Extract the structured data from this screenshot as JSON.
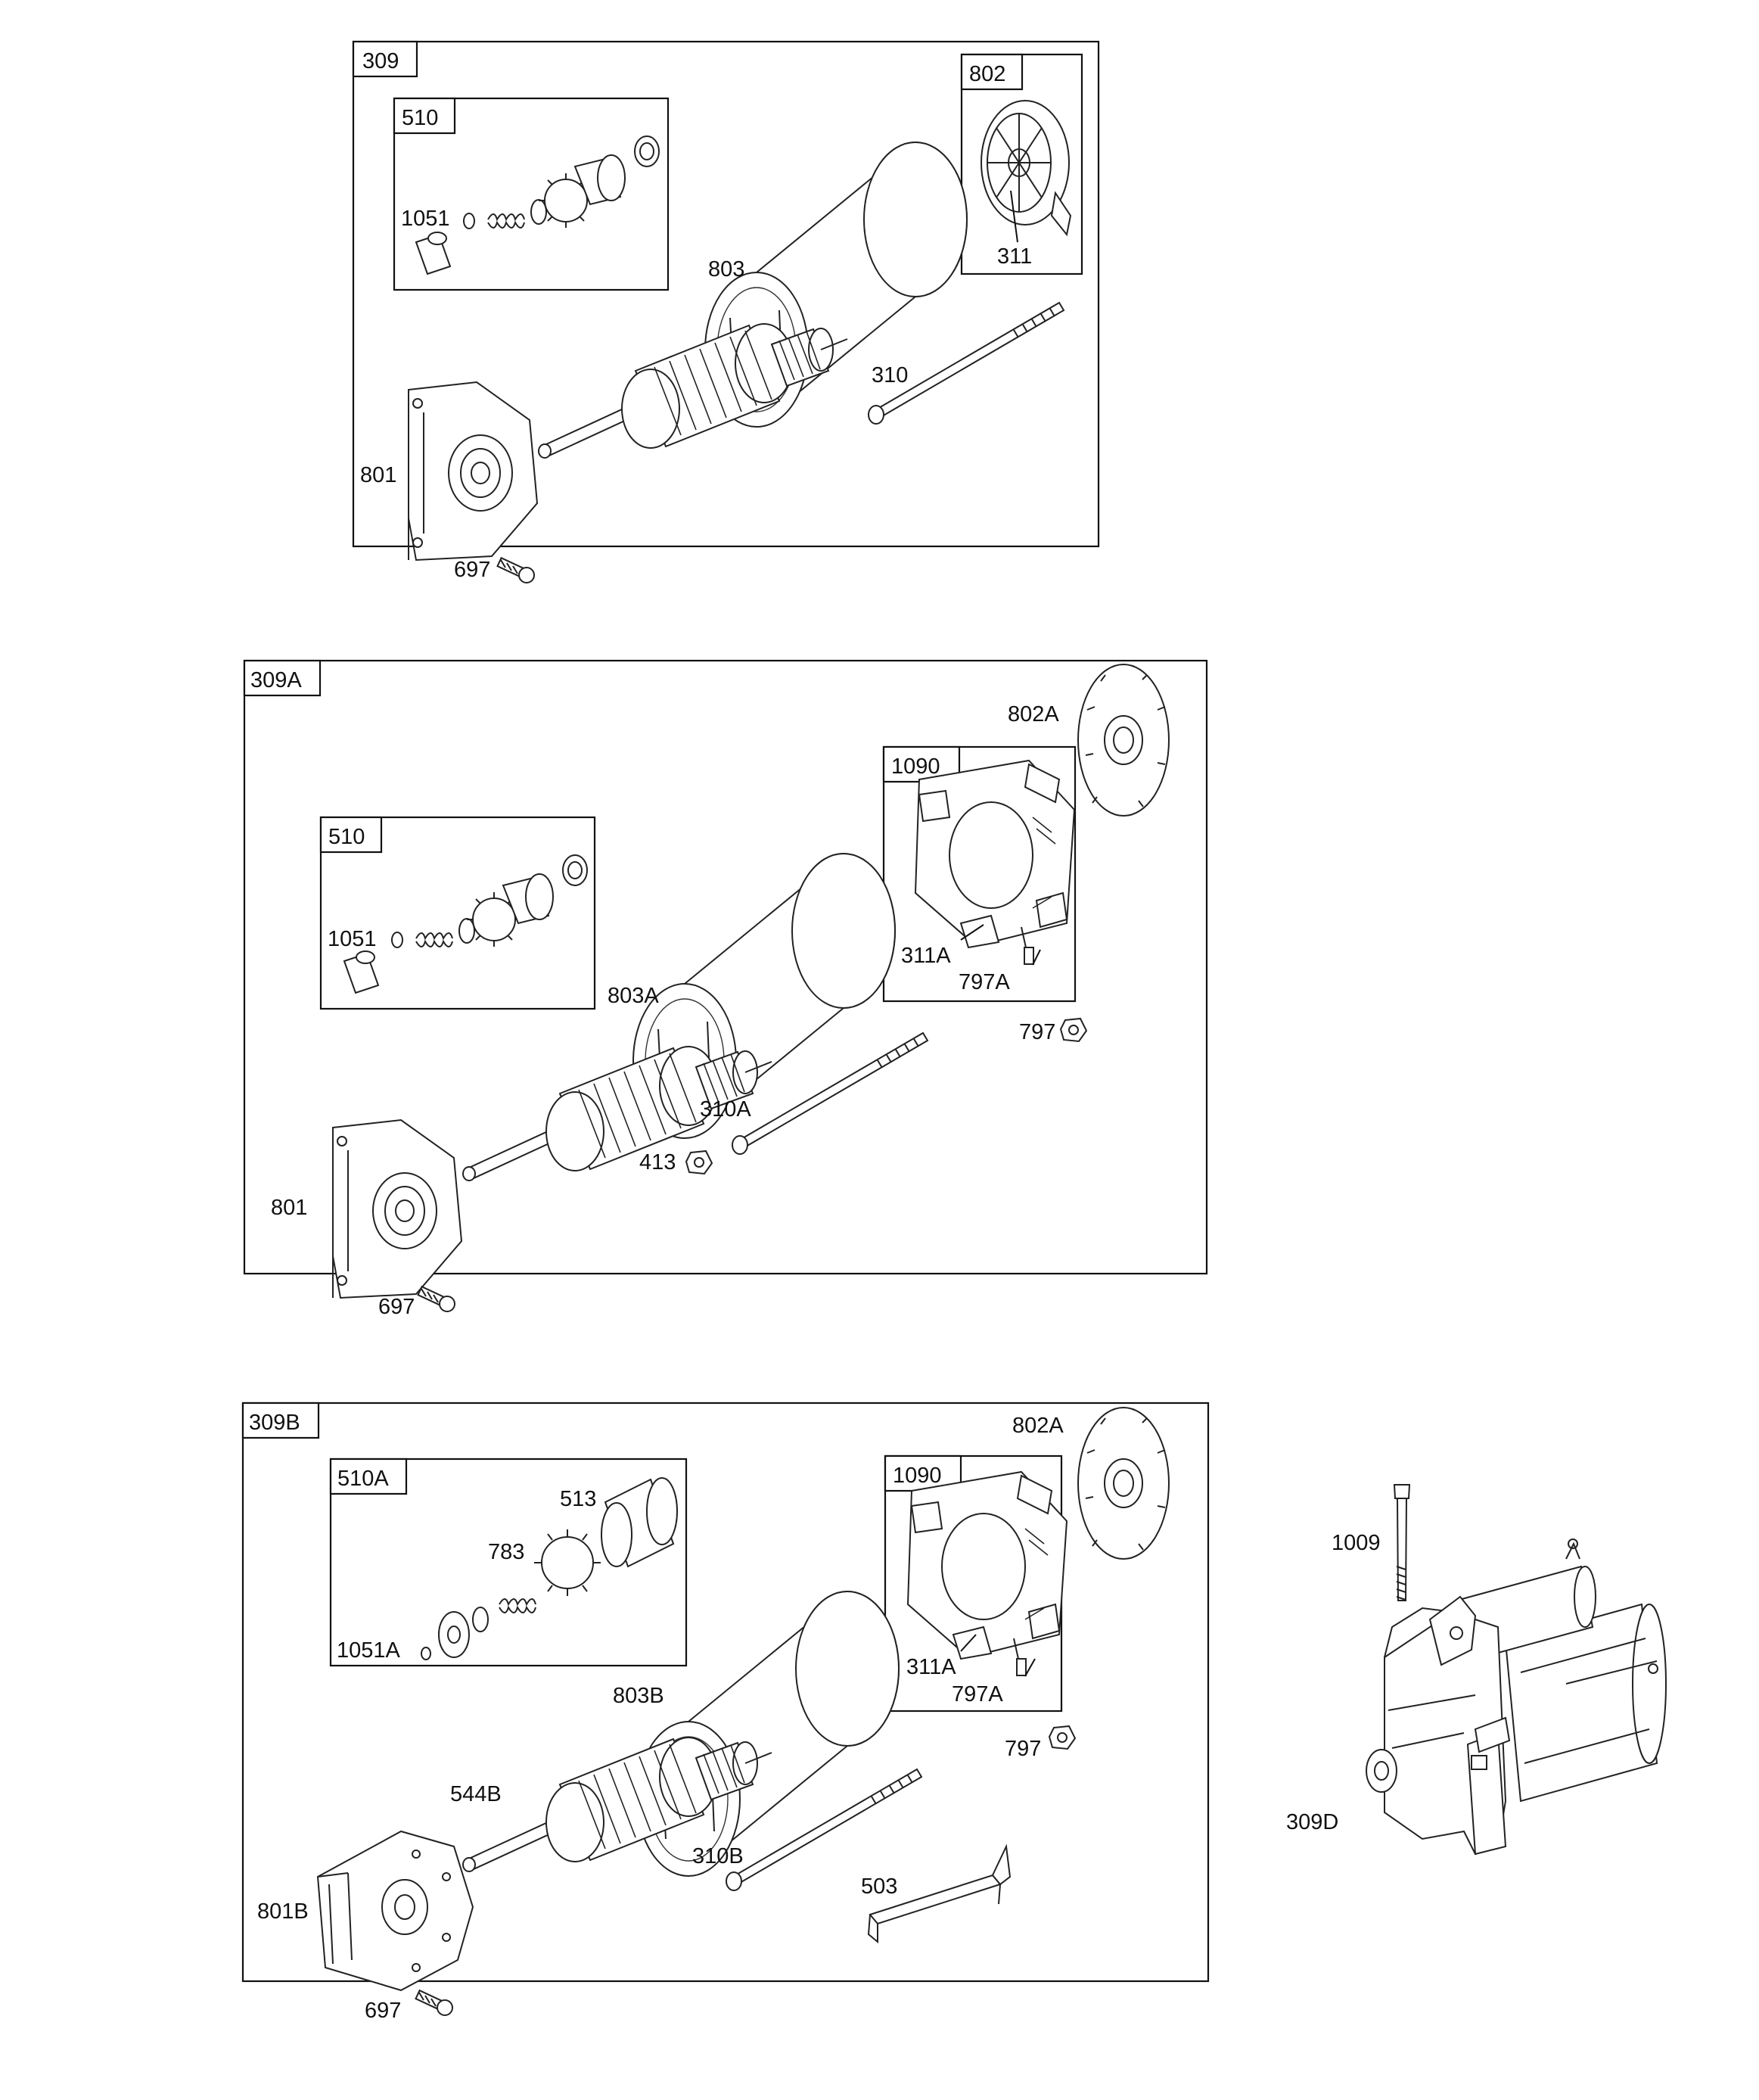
{
  "assemblies": {
    "a309": {
      "tag": "309",
      "sub510": {
        "tag": "510",
        "label_1051": "1051"
      },
      "sub802": {
        "tag": "802",
        "label_311": "311"
      },
      "labels": {
        "l803": "803",
        "l310": "310",
        "l801": "801",
        "l697": "697"
      }
    },
    "a309A": {
      "tag": "309A",
      "sub510": {
        "tag": "510",
        "label_1051": "1051"
      },
      "sub1090": {
        "tag": "1090",
        "label_311A": "311A",
        "label_797A": "797A"
      },
      "labels": {
        "l802A": "802A",
        "l803A": "803A",
        "l797": "797",
        "l310A": "310A",
        "l413": "413",
        "l801": "801",
        "l697": "697"
      }
    },
    "a309B": {
      "tag": "309B",
      "sub510A": {
        "tag": "510A",
        "label_513": "513",
        "label_783": "783",
        "label_1051A": "1051A"
      },
      "sub1090": {
        "tag": "1090",
        "label_311A": "311A",
        "label_797A": "797A"
      },
      "labels": {
        "l802A": "802A",
        "l803B": "803B",
        "l797": "797",
        "l544B": "544B",
        "l310B": "310B",
        "l503": "503",
        "l801B": "801B",
        "l697": "697"
      }
    },
    "a309D": {
      "labels": {
        "l1009": "1009",
        "l309D": "309D"
      }
    }
  }
}
